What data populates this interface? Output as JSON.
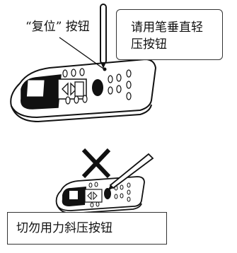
{
  "callouts": {
    "reset_button_label": "“复位” 按钮",
    "correct_instruction_line1": "请用笔垂直轻",
    "correct_instruction_line2": "压按钮",
    "warning_instruction": "切勿用力斜压按钮"
  },
  "colors": {
    "ink": "#111111",
    "remote_body": "#ffffff",
    "remote_panel": "#111111"
  },
  "icons": {
    "correct_method": "remote-with-vertical-pen",
    "incorrect_method": "cross-mark-with-slanted-pen"
  }
}
